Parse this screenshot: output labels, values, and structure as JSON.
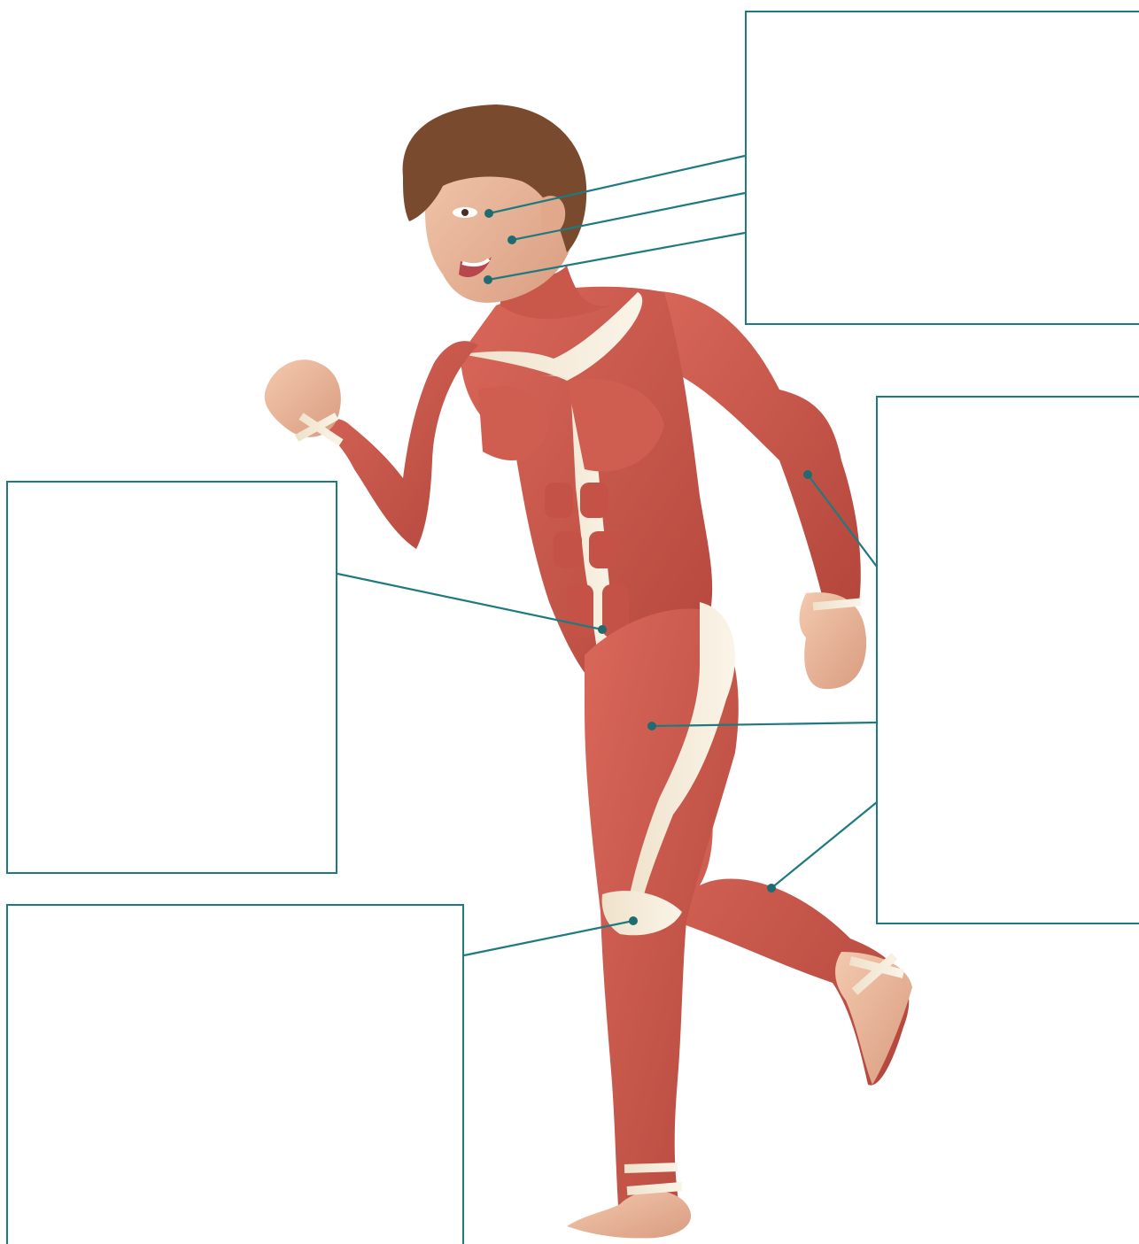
{
  "diagram": {
    "colors": {
      "leader_line": "#1f7a80",
      "box_border": "#1f7a80",
      "muscle": "#c8574b",
      "muscle_dark": "#a63b33",
      "tendon": "#f3ead8",
      "skin": "#e9b89b",
      "hair": "#7a4a2e"
    },
    "boxes": {
      "face": {
        "text": ""
      },
      "right": {
        "text": ""
      },
      "abdomen": {
        "text": ""
      },
      "knee": {
        "text": ""
      }
    },
    "pointers": [
      {
        "id": "eye",
        "box": "face"
      },
      {
        "id": "cheek",
        "box": "face"
      },
      {
        "id": "mouth",
        "box": "face"
      },
      {
        "id": "forearm",
        "box": "right"
      },
      {
        "id": "thigh",
        "box": "right"
      },
      {
        "id": "calf",
        "box": "right"
      },
      {
        "id": "abdomen",
        "box": "abdomen"
      },
      {
        "id": "knee",
        "box": "knee"
      }
    ]
  }
}
